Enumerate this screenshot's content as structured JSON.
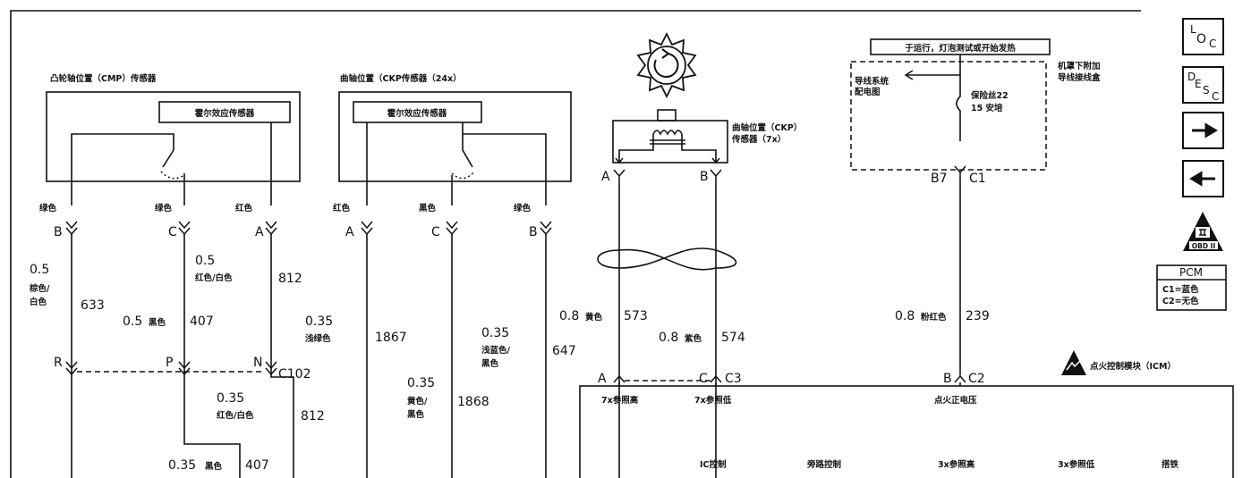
{
  "cmp": {
    "title": "凸轮轴位置（CMP）传感器",
    "inner": "霍尔效应传感器",
    "pins": [
      {
        "color": "绿色",
        "letter": "B"
      },
      {
        "color": "绿色",
        "letter": "C"
      },
      {
        "color": "红色",
        "letter": "A"
      }
    ]
  },
  "ckp24": {
    "title": "曲轴位置（CKP传感器（24x）",
    "inner": "霍尔效应传感器",
    "pins": [
      {
        "color": "红色",
        "letter": "A"
      },
      {
        "color": "黑色",
        "letter": "C"
      },
      {
        "color": "绿色",
        "letter": "B"
      }
    ]
  },
  "ckp7": {
    "label_line1": "曲轴位置（CKP）",
    "label_line2": "传感器（7x）",
    "pin_a": "A",
    "pin_b": "B"
  },
  "fuse_block": {
    "header": "于运行，灯泡测试或开始发热",
    "left_line1": "导线系统",
    "left_line2": "配电图",
    "fuse_line1": "保险丝22",
    "fuse_line2": "15 安培",
    "right_line1": "机罩下附加",
    "right_line2": "导线接线盒",
    "conn_pin": "B7",
    "conn_name": "C1"
  },
  "wires": {
    "w633_size": "0.5",
    "w633_color1": "棕色/",
    "w633_color2": "白色",
    "w633_num": "633",
    "w407_size": "0.5",
    "w407_color": "黑色",
    "w407_num": "407",
    "w812_size": "0.5",
    "w812_color": "红色/白色",
    "w812_num": "812",
    "w1867_size": "0.35",
    "w1867_color": "浅绿色",
    "w1867_num": "1867",
    "w647_size": "0.35",
    "w647_color1": "浅蓝色/",
    "w647_color2": "黑色",
    "w647_num": "647",
    "w1868_size": "0.35",
    "w1868_color1": "黄色/",
    "w1868_color2": "黑色",
    "w1868_num": "1868",
    "w573_size": "0.8",
    "w573_color": "黄色",
    "w573_num": "573",
    "w574_size": "0.8",
    "w574_color": "紫色",
    "w574_num": "574",
    "w239_size": "0.8",
    "w239_color": "粉红色",
    "w239_num": "239",
    "w812b_size": "0.35",
    "w812b_color": "红色/白色",
    "w812b_num": "812",
    "w407b_size": "0.35",
    "w407b_color": "黑色",
    "w407b_num": "407"
  },
  "c102": {
    "pins": [
      "R",
      "P",
      "N"
    ],
    "name": "C102"
  },
  "icm": {
    "title": "点火控制模块（ICM）",
    "c3_pins": [
      "A",
      "C"
    ],
    "c3_name": "C3",
    "c2_pin": "B",
    "c2_name": "C2",
    "labels_top": [
      "7x参照高",
      "7x参照低",
      "点火正电压"
    ],
    "labels_bottom": [
      "IC控制",
      "旁路控制",
      "3x参照高",
      "3x参照低",
      "搭铁"
    ]
  },
  "pcm_legend": {
    "title": "PCM",
    "line1": "C1=蓝色",
    "line2": "C2=无色"
  },
  "sidebar": {
    "loc": {
      "l": "L",
      "sub": "O",
      "end": "C"
    },
    "desc": {
      "l": "D",
      "sub": "E",
      "end": "S",
      "last": "C"
    },
    "obd": "OBD II"
  }
}
